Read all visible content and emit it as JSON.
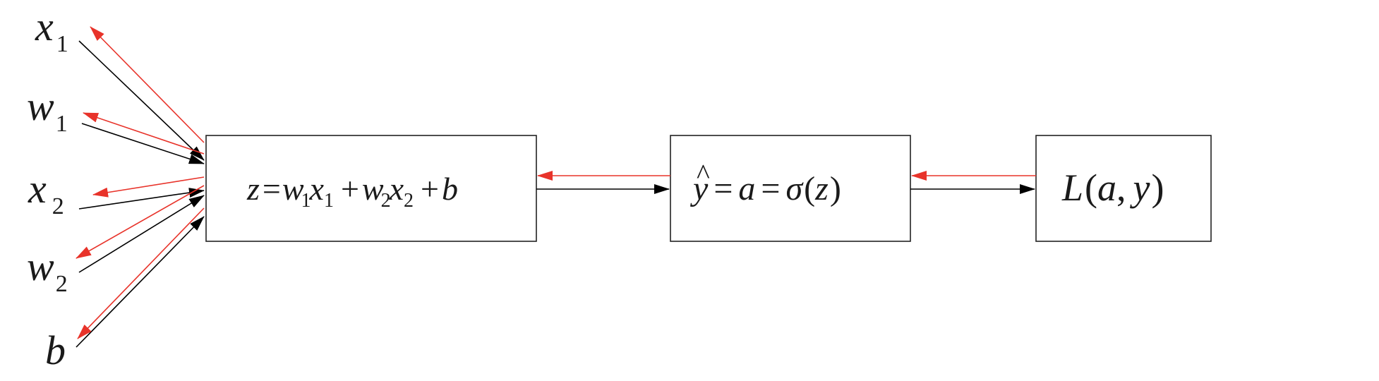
{
  "inputs": {
    "x1": {
      "base": "x",
      "sub": "1"
    },
    "w1": {
      "base": "w",
      "sub": "1"
    },
    "x2": {
      "base": "x",
      "sub": "2"
    },
    "w2": {
      "base": "w",
      "sub": "2"
    },
    "b": {
      "base": "b"
    }
  },
  "nodes": {
    "z": {
      "z": "z",
      "eq": "=",
      "w1": "w",
      "w1_sub": "1",
      "x1": "x",
      "x1_sub": "1",
      "plus1": "+",
      "w2": "w",
      "w2_sub": "2",
      "x2": "x",
      "x2_sub": "2",
      "plus2": "+",
      "b": "b"
    },
    "a": {
      "hat": "^",
      "y": "y",
      "eq1": "=",
      "a": "a",
      "eq2": "=",
      "sigma": "σ",
      "lparen": "(",
      "z": "z",
      "rparen": ")"
    },
    "loss": {
      "L": "L",
      "lparen": "(",
      "a": "a",
      "comma": ",",
      "y": "y",
      "rparen": ")"
    }
  },
  "colors": {
    "forward": "#000000",
    "backward": "#e8332a",
    "box_border": "#222222",
    "text": "#1a1a1a"
  }
}
